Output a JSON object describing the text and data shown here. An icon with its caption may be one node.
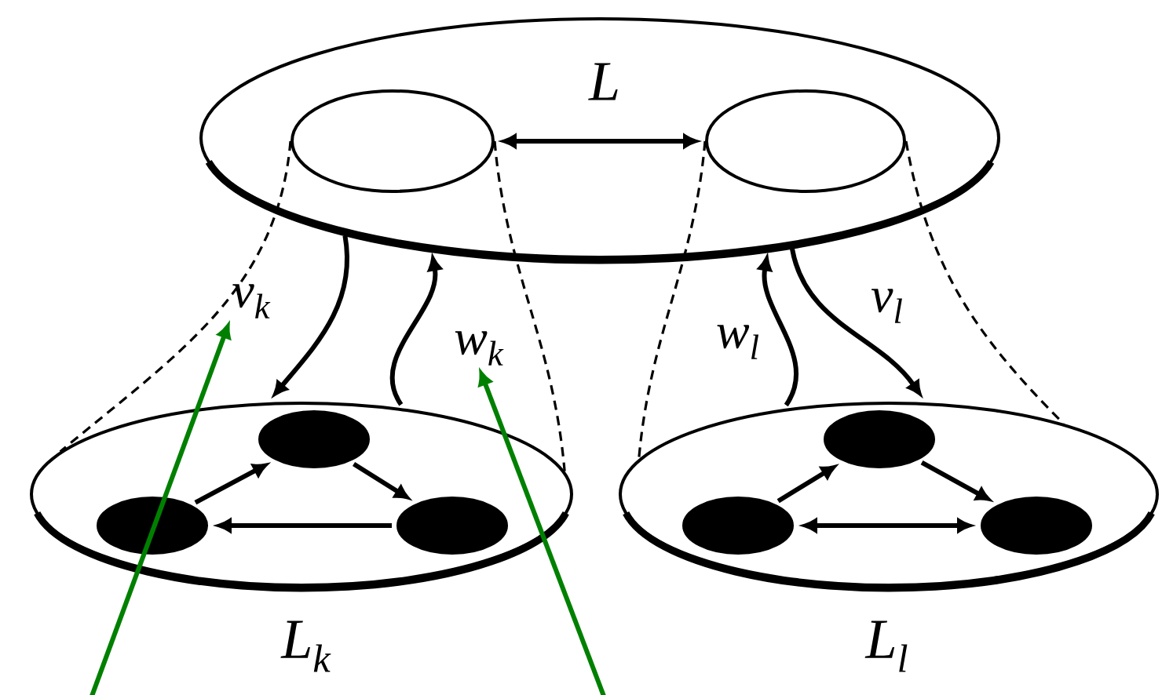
{
  "diagram": {
    "nodes": [
      {
        "text": [
          "L"
        ]
      },
      {
        "text": [],
        "shape": "ellipse",
        "in": 0
      },
      {
        "text": [],
        "shape": "ellipse",
        "in": 0
      },
      {
        "text": [
          "v$_{k}$"
        ]
      },
      {
        "text": [
          "w$_{k}$"
        ]
      },
      {
        "text": [
          "L$_{k}$"
        ]
      },
      {
        "text": [],
        "shape": "ellipse",
        "in": 5
      },
      {
        "text": [],
        "shape": "ellipse",
        "in": 5
      },
      {
        "text": [],
        "shape": "ellipse",
        "in": 5
      },
      {
        "text": [
          "L$_{l}$"
        ]
      },
      {
        "text": [],
        "shape": "ellipse",
        "in": 9
      },
      {
        "text": [],
        "shape": "ellipse",
        "in": 9
      },
      {
        "text": [],
        "shape": "ellipse",
        "in": 9
      }
    ],
    "edges": [
      {
        "from": 1,
        "to": 2,
        "arrow": "both"
      },
      {
        "from": 1,
        "to": 5,
        "arrow": "none",
        "style": "dashed"
      },
      {
        "from": 1,
        "to": 5,
        "arrow": "none",
        "style": "dashed"
      },
      {
        "from": 2,
        "to": 9,
        "arrow": "none",
        "style": "dashed"
      },
      {
        "from": 2,
        "to": 9,
        "arrow": "none",
        "style": "dashed"
      },
      {
        "from": 0,
        "to": 5,
        "arrow": "to"
      },
      {
        "from": 5,
        "to": 0,
        "arrow": "to"
      },
      {
        "from": 9,
        "to": 0,
        "arrow": "to",
        "label": "w$_{l}$"
      },
      {
        "from": 0,
        "to": 9,
        "arrow": "to",
        "label": "v$_{l}$"
      },
      {
        "from": null,
        "to": 3,
        "arrow": "to",
        "color": "#008000"
      },
      {
        "from": null,
        "to": 4,
        "arrow": "to",
        "color": "#008000"
      },
      {
        "from": 7,
        "to": 6,
        "arrow": "to"
      },
      {
        "from": 6,
        "to": 8,
        "arrow": "to"
      },
      {
        "from": 8,
        "to": 7,
        "arrow": "to"
      },
      {
        "from": 11,
        "to": 10,
        "arrow": "to"
      },
      {
        "from": 10,
        "to": 12,
        "arrow": "to"
      },
      {
        "from": 11,
        "to": 12,
        "arrow": "both"
      }
    ]
  }
}
